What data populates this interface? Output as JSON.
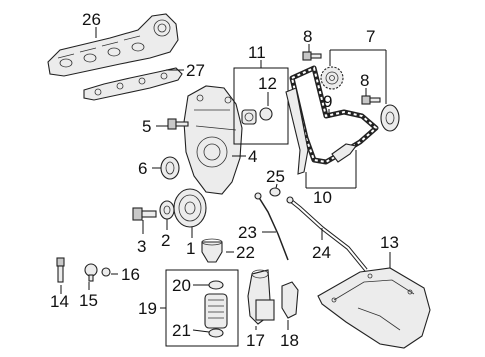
{
  "diagram": {
    "callouts": [
      {
        "id": "26",
        "label": "26"
      },
      {
        "id": "27",
        "label": "27"
      },
      {
        "id": "11",
        "label": "11"
      },
      {
        "id": "12",
        "label": "12"
      },
      {
        "id": "8a",
        "label": "8"
      },
      {
        "id": "7",
        "label": "7"
      },
      {
        "id": "8b",
        "label": "8"
      },
      {
        "id": "9",
        "label": "9"
      },
      {
        "id": "5",
        "label": "5"
      },
      {
        "id": "4",
        "label": "4"
      },
      {
        "id": "6",
        "label": "6"
      },
      {
        "id": "25",
        "label": "25"
      },
      {
        "id": "10",
        "label": "10"
      },
      {
        "id": "3",
        "label": "3"
      },
      {
        "id": "2",
        "label": "2"
      },
      {
        "id": "1",
        "label": "1"
      },
      {
        "id": "23",
        "label": "23"
      },
      {
        "id": "22",
        "label": "22"
      },
      {
        "id": "24",
        "label": "24"
      },
      {
        "id": "13",
        "label": "13"
      },
      {
        "id": "14",
        "label": "14"
      },
      {
        "id": "15",
        "label": "15"
      },
      {
        "id": "16",
        "label": "16"
      },
      {
        "id": "19",
        "label": "19"
      },
      {
        "id": "20",
        "label": "20"
      },
      {
        "id": "21",
        "label": "21"
      },
      {
        "id": "17",
        "label": "17"
      },
      {
        "id": "18",
        "label": "18"
      }
    ]
  }
}
